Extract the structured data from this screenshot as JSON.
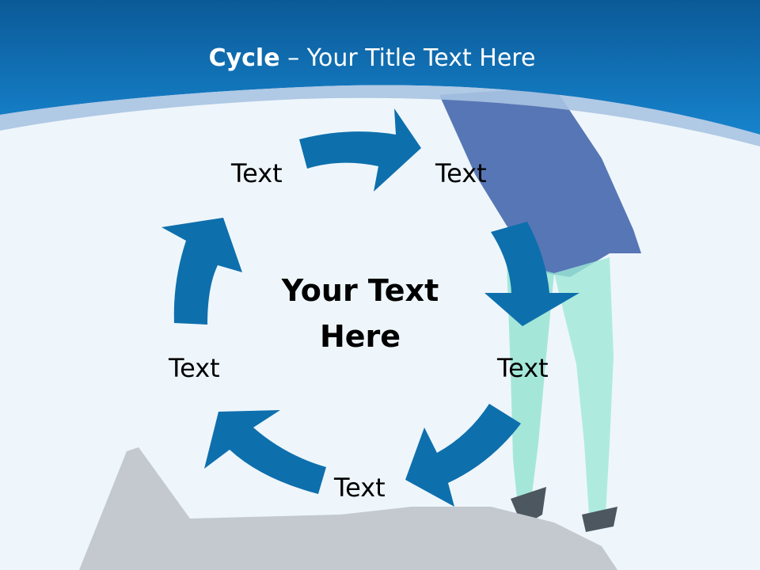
{
  "slide": {
    "title_bold": "Cycle",
    "title_rest": " – Your Title Text Here",
    "center_line1": "Your Text",
    "center_line2": "Here",
    "labels": [
      "Text",
      "Text",
      "Text",
      "Text",
      "Text"
    ]
  },
  "colors": {
    "banner": "#0a6db7",
    "banner_dark": "#0b5e9e",
    "arrow": "#0e6fad",
    "background": "#eef6fb",
    "shadow": "#c5cbd0"
  }
}
